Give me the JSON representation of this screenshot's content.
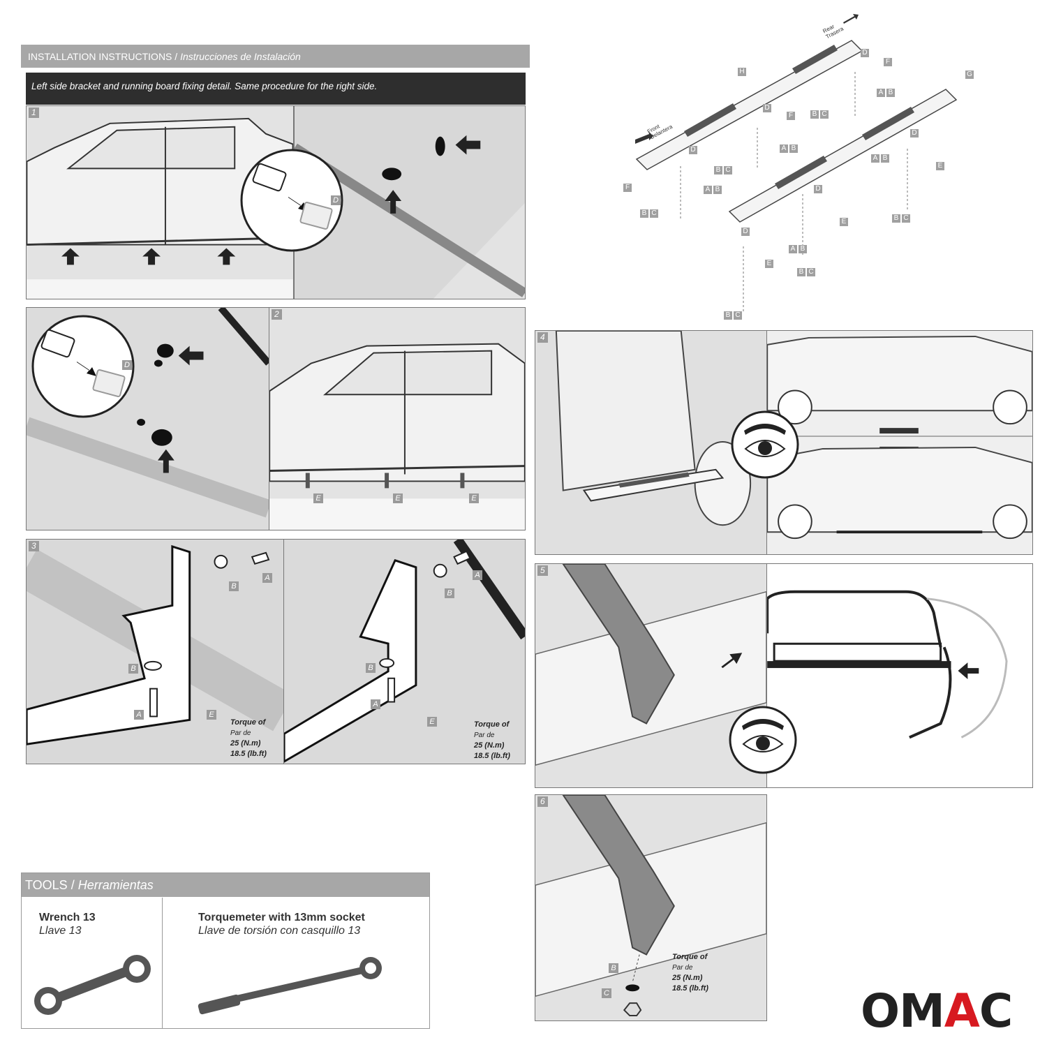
{
  "header": {
    "title": "INSTALLATION INSTRUCTIONS",
    "separator": "/",
    "title_es": "Instrucciones de Instalación"
  },
  "subheader": "Left side bracket and running board fixing detail. Same procedure for the right side.",
  "steps": [
    "1",
    "2",
    "3",
    "4",
    "5",
    "6"
  ],
  "part_labels": {
    "A": "A",
    "B": "B",
    "C": "C",
    "D": "D",
    "E": "E",
    "F": "F",
    "G": "G",
    "H": "H"
  },
  "torque": {
    "label": "Torque of",
    "label_es": "Par de",
    "nm": "25 (N.m)",
    "lbft": "18.5 (lb.ft)"
  },
  "directions": {
    "front": "Front",
    "front_es": "Delantera",
    "rear": "Rear",
    "rear_es": "Trasera"
  },
  "tools": {
    "title": "TOOLS",
    "separator": "/",
    "title_es": "Herramientas",
    "items": [
      {
        "name": "Wrench 13",
        "name_es": "Llave 13"
      },
      {
        "name": "Torquemeter with 13mm socket",
        "name_es": "Llave de torsión con casquillo 13"
      }
    ]
  },
  "logo": {
    "black": "OM",
    "red": "A",
    "black2": "C"
  },
  "colors": {
    "header_bg": "#a7a7a7",
    "bar_bg": "#2e2e2e",
    "panel_bg": "#e3e3e3",
    "logo_red": "#d71920"
  }
}
